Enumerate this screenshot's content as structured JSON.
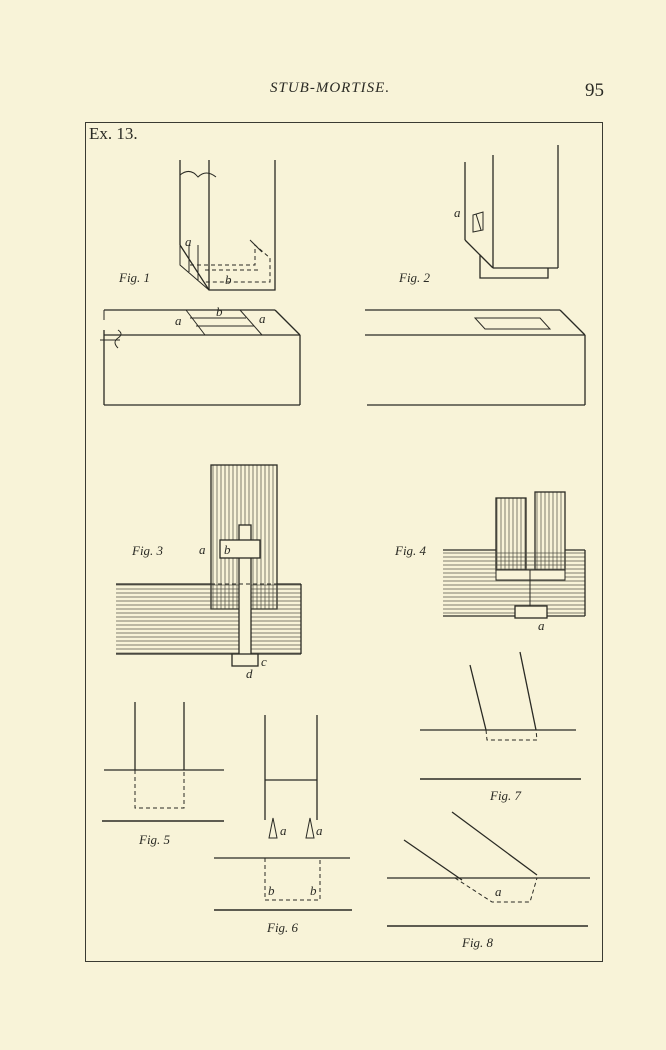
{
  "header": {
    "title": "STUB-MORTISE.",
    "page_number": "95"
  },
  "plate": {
    "label": "Ex. 13."
  },
  "figures": [
    {
      "id": "fig1",
      "caption": "Fig. 1",
      "letters": [
        "a",
        "b",
        "a",
        "b",
        "a"
      ]
    },
    {
      "id": "fig2",
      "caption": "Fig. 2",
      "letters": [
        "a"
      ]
    },
    {
      "id": "fig3",
      "caption": "Fig. 3",
      "letters": [
        "a",
        "b",
        "c",
        "d"
      ]
    },
    {
      "id": "fig4",
      "caption": "Fig. 4",
      "letters": [
        "a"
      ]
    },
    {
      "id": "fig5",
      "caption": "Fig. 5",
      "letters": []
    },
    {
      "id": "fig6",
      "caption": "Fig. 6",
      "letters": [
        "a",
        "a",
        "b",
        "b"
      ]
    },
    {
      "id": "fig7",
      "caption": "Fig. 7",
      "letters": []
    },
    {
      "id": "fig8",
      "caption": "Fig. 8",
      "letters": [
        "a"
      ]
    }
  ]
}
